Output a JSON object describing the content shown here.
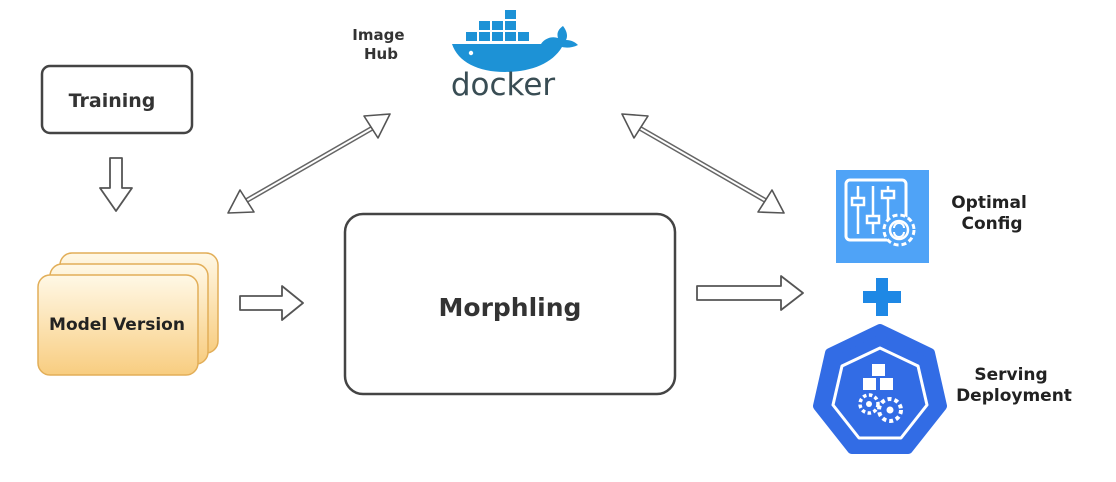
{
  "nodes": {
    "training": "Training",
    "model_version": "Model Version",
    "morphling": "Morphling",
    "image_hub": "Image\nHub",
    "docker": "docker",
    "optimal_config": "Optimal\nConfig",
    "serving_deployment": "Serving\nDeployment"
  },
  "colors": {
    "docker_blue": "#1D92D6",
    "docker_text": "#394D54",
    "config_tile": "#4FA3F7",
    "plus": "#1E88E5",
    "k8s_blue": "#326CE5",
    "model_fill_top": "#FFF8E6",
    "model_fill_bottom": "#F7CB7C",
    "model_border": "#E6B25A"
  },
  "icons": [
    "docker-whale-icon",
    "config-sliders-icon",
    "plus-icon",
    "kubernetes-icon"
  ]
}
